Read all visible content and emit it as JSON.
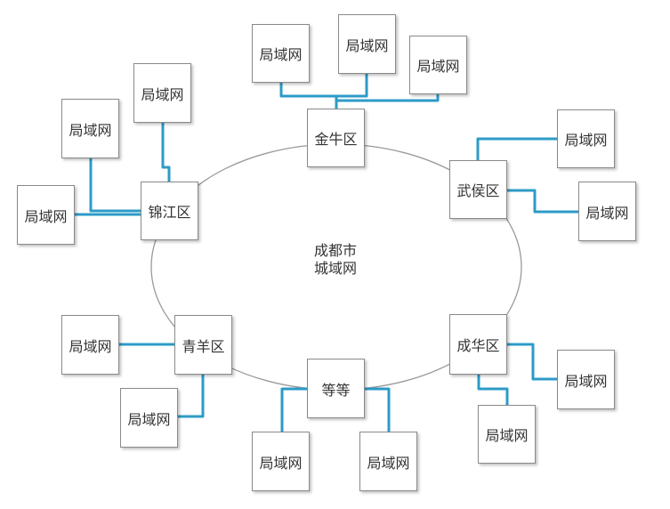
{
  "center": {
    "line1": "成都市",
    "line2": "城域网"
  },
  "districts": {
    "jinniu": "金牛区",
    "jinjiang": "锦江区",
    "wuhou": "武侯区",
    "qingyang": "青羊区",
    "chenghua": "成华区",
    "dengdeng": "等等"
  },
  "lan_label": "局域网",
  "colors": {
    "link": "#2c9bc7",
    "ring": "#9a9a9a",
    "border": "#8a8a8a",
    "text": "#333333"
  }
}
